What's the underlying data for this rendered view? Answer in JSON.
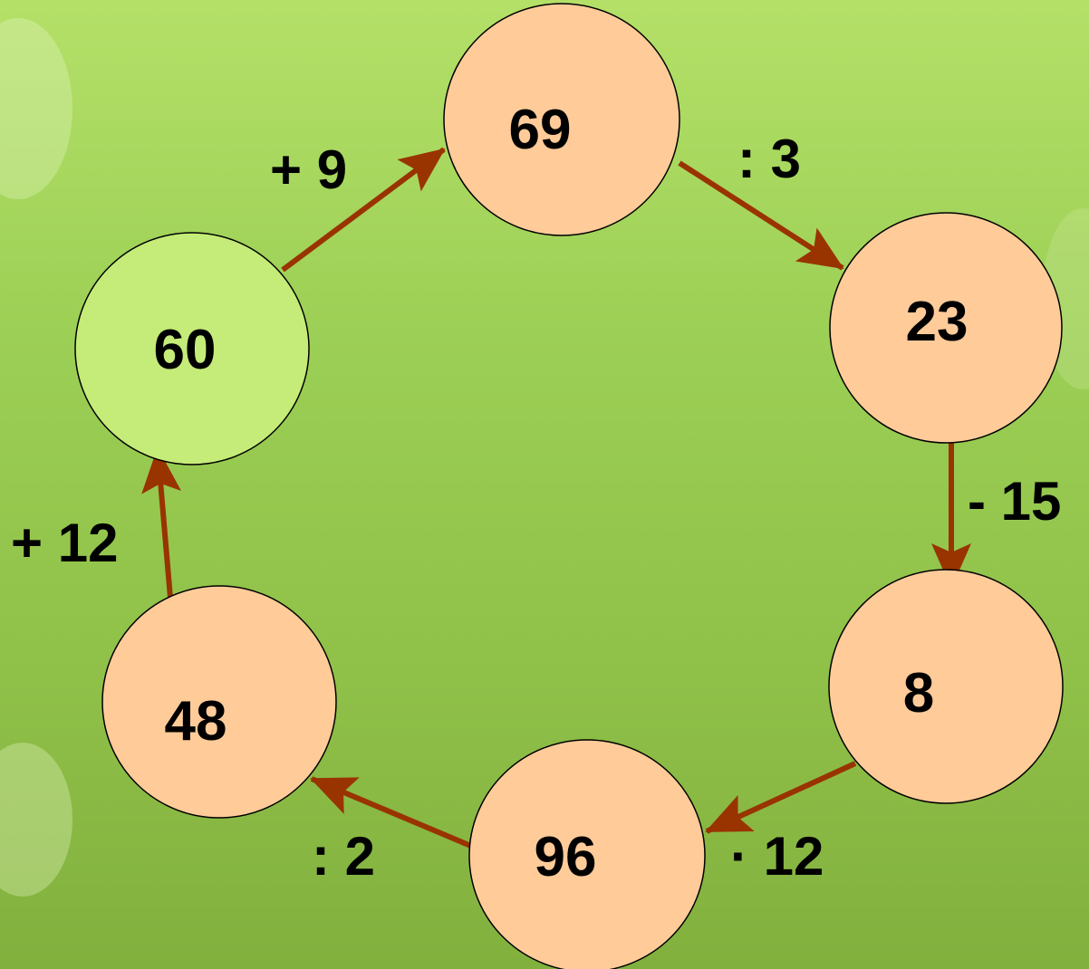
{
  "colors": {
    "node_fill": "#ffcb99",
    "start_node_fill": "#c5ec78",
    "node_stroke": "#000000",
    "arrow": "#993300"
  },
  "nodes": [
    {
      "id": "n60",
      "label": "60",
      "highlight": true
    },
    {
      "id": "n69",
      "label": "69"
    },
    {
      "id": "n23",
      "label": "23"
    },
    {
      "id": "n8",
      "label": "8"
    },
    {
      "id": "n96",
      "label": "96"
    },
    {
      "id": "n48",
      "label": "48"
    }
  ],
  "operations": [
    {
      "from": "60",
      "to": "69",
      "label": "+ 9"
    },
    {
      "from": "69",
      "to": "23",
      "label": ": 3"
    },
    {
      "from": "23",
      "to": "8",
      "label": "- 15"
    },
    {
      "from": "8",
      "to": "96",
      "label": "· 12"
    },
    {
      "from": "96",
      "to": "48",
      "label": ": 2"
    },
    {
      "from": "48",
      "to": "60",
      "label": "+ 12"
    }
  ]
}
